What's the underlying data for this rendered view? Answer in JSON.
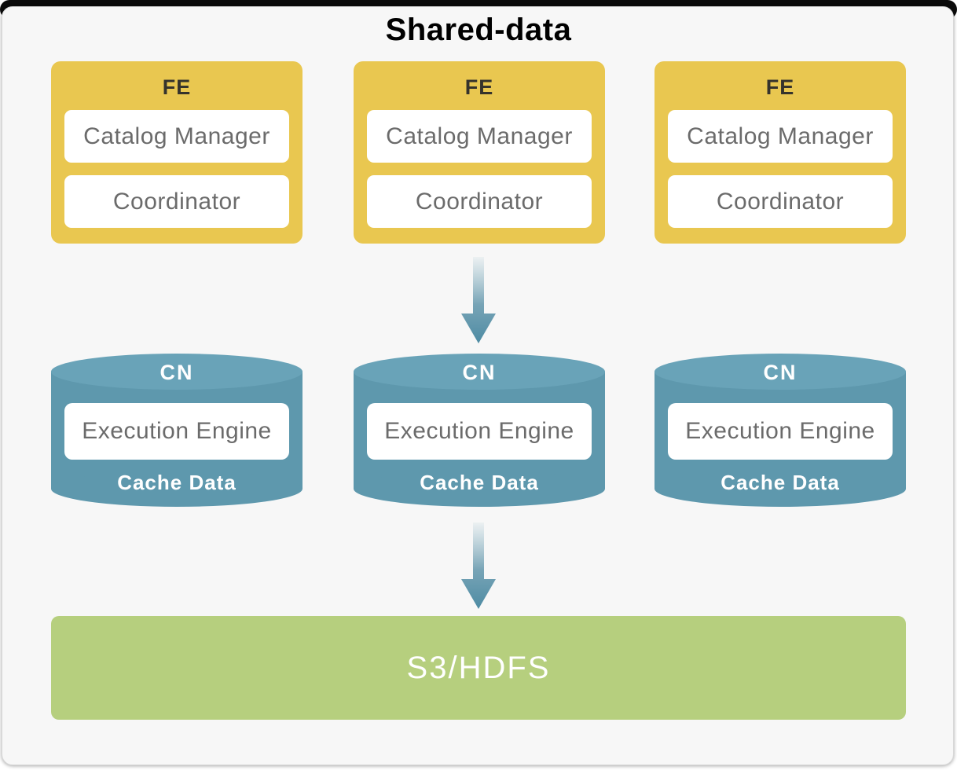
{
  "title": "Shared-data",
  "colors": {
    "fe_fill": "#e9c750",
    "cn_fill": "#5e98ad",
    "cn_top_fill": "#69a3b8",
    "storage_fill": "#b6cf7e",
    "arrow": "#4d8ba3",
    "component_text": "#6b6b6b",
    "card_bg": "#f7f7f7"
  },
  "fe_nodes": [
    {
      "title": "FE",
      "components": [
        "Catalog Manager",
        "Coordinator"
      ]
    },
    {
      "title": "FE",
      "components": [
        "Catalog Manager",
        "Coordinator"
      ]
    },
    {
      "title": "FE",
      "components": [
        "Catalog Manager",
        "Coordinator"
      ]
    }
  ],
  "cn_nodes": [
    {
      "title": "CN",
      "engine": "Execution Engine",
      "cache_label": "Cache Data"
    },
    {
      "title": "CN",
      "engine": "Execution Engine",
      "cache_label": "Cache Data"
    },
    {
      "title": "CN",
      "engine": "Execution Engine",
      "cache_label": "Cache Data"
    }
  ],
  "storage": {
    "label": "S3/HDFS"
  }
}
